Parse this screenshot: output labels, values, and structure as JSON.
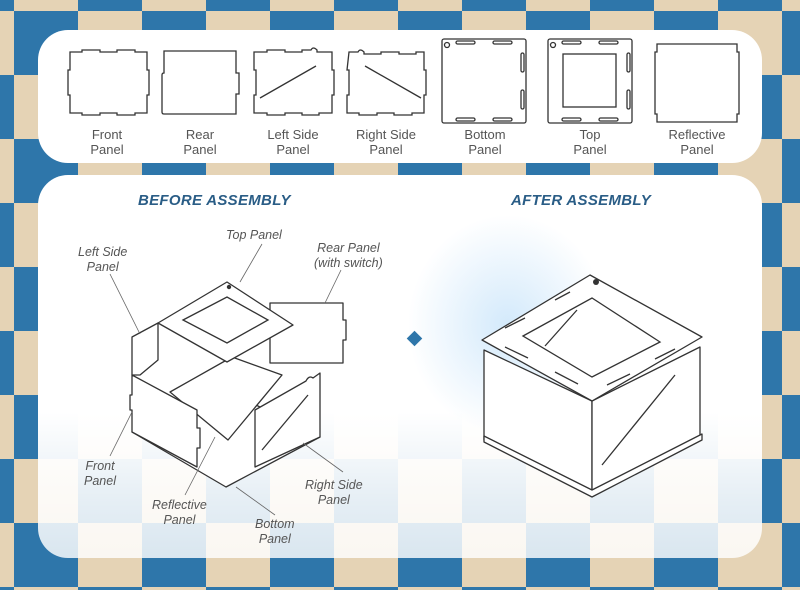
{
  "parts": [
    {
      "id": "front",
      "label_line1": "Front",
      "label_line2": "Panel"
    },
    {
      "id": "rear",
      "label_line1": "Rear",
      "label_line2": "Panel"
    },
    {
      "id": "left-side",
      "label_line1": "Left Side",
      "label_line2": "Panel"
    },
    {
      "id": "right-side",
      "label_line1": "Right Side",
      "label_line2": "Panel"
    },
    {
      "id": "bottom",
      "label_line1": "Bottom",
      "label_line2": "Panel"
    },
    {
      "id": "top",
      "label_line1": "Top",
      "label_line2": "Panel"
    },
    {
      "id": "reflective",
      "label_line1": "Reflective",
      "label_line2": "Panel"
    }
  ],
  "before": {
    "title": "BEFORE ASSEMBLY",
    "callouts": {
      "top": [
        "Top Panel"
      ],
      "left_side": [
        "Left Side",
        "Panel"
      ],
      "rear": [
        "Rear Panel",
        "(with switch)"
      ],
      "front": [
        "Front",
        "Panel"
      ],
      "reflective": [
        "Reflective",
        "Panel"
      ],
      "bottom": [
        "Bottom",
        "Panel"
      ],
      "right_side": [
        "Right Side",
        "Panel"
      ]
    }
  },
  "after": {
    "title": "AFTER ASSEMBLY"
  },
  "colors": {
    "blue": "#2e76aa",
    "beige": "#e5d3b5",
    "heading": "#2a5d86"
  }
}
